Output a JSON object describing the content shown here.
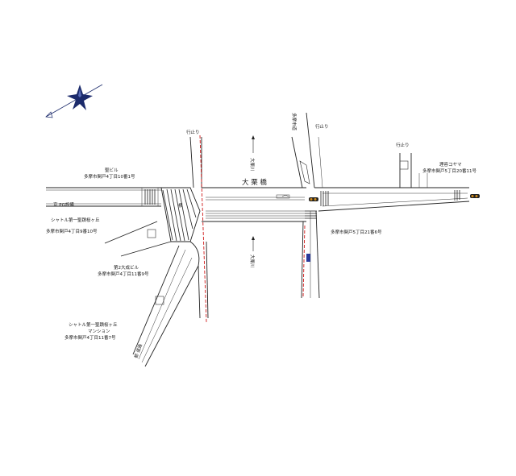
{
  "compass": {
    "icon": "compass-rose-icon",
    "color": "#1b2a6b"
  },
  "colors": {
    "road": "#222222",
    "boundary": "#d01818",
    "signal": "#d08a18",
    "marker": "#2a3a9a"
  },
  "labels": {
    "bridge": "大 栗 橋",
    "river_north": "大栗川",
    "river_south": "大栗川",
    "stop_west": "行止り",
    "stop_north": "行止り",
    "stop_east": "行止り",
    "road_vertical": "多摩市道",
    "kiosk": "京 PG設備",
    "bldg_nw_name": "聖ビル",
    "bldg_nw_addr": "多摩市関戸4丁目10番1号",
    "bldg_w_name": "シャトル第一聖蹟桜ヶ丘",
    "bldg_w_addr": "多摩市関戸4丁目9番10号",
    "bldg_2_name": "第2大成ビル",
    "bldg_2_addr": "多摩市関戸4丁目11番9号",
    "bldg_sw_name1": "シャトル第一聖蹟桜ヶ丘",
    "bldg_sw_name2": "マンション",
    "bldg_sw_addr": "多摩市関戸4丁目11番7号",
    "bldg_se_addr": "多摩市関戸5丁目21番6号",
    "bldg_ne_name": "理容コヤマ",
    "bldg_ne_addr": "多摩市関戸5丁目20番11号",
    "road_sw": "都 道路",
    "crosswalk_mark": "横"
  }
}
